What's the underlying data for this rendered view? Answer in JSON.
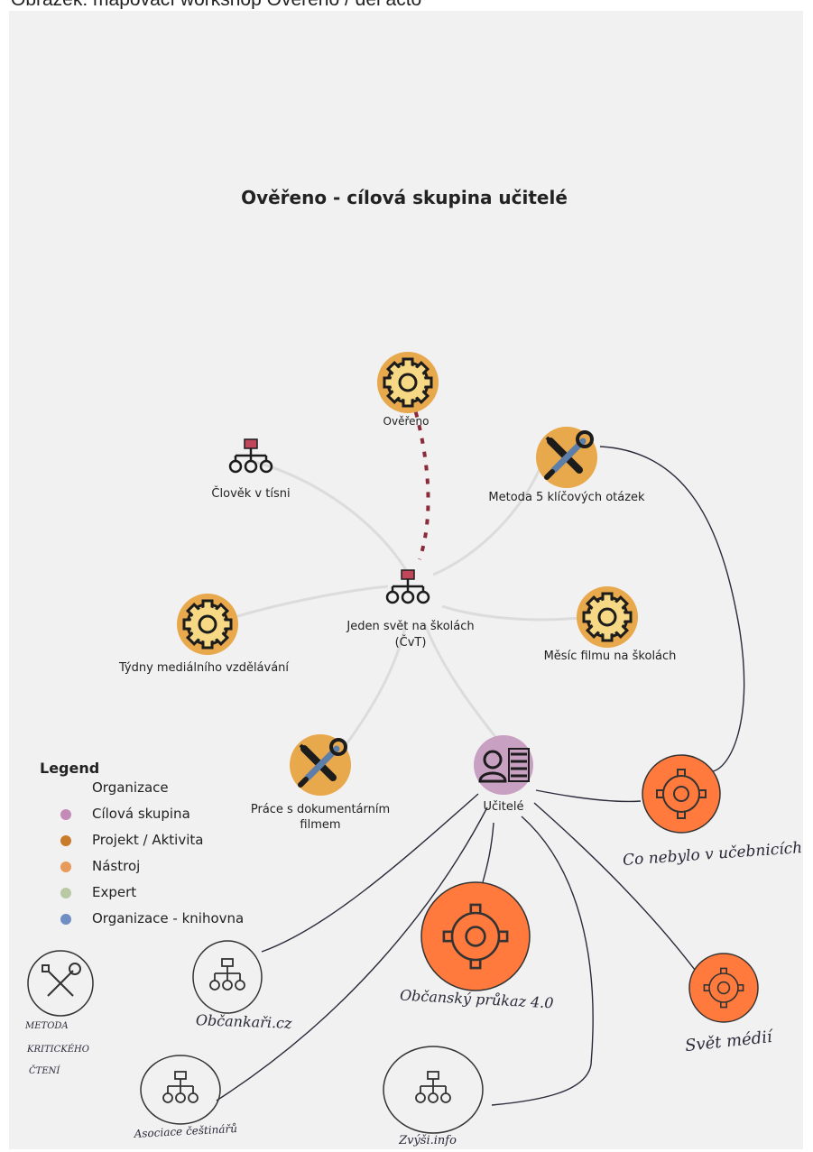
{
  "caption": "Obrázek: mapovací workshop Ověřeno / del acto",
  "title": "Ověřeno - cílová skupina učitelé",
  "colors": {
    "paper": "#f1f1f1",
    "gear_fill": "#e8a84c",
    "gear_inner": "#fbe6a0",
    "tool_fill": "#e8a84c",
    "org_red": "#c0475a",
    "dash": "#8a2b3a",
    "persona_fill": "#c7a0c2",
    "hand_orange": "#ff7a3c",
    "ink": "#222222"
  },
  "nodes": {
    "overeno": "Ověřeno",
    "clovek": "Člověk v tísni",
    "metoda5": "Metoda 5 klíčových otázek",
    "jeden_svet_1": "Jeden svět na školách",
    "jeden_svet_2": "(ČvT)",
    "tydny": "Týdny mediálního vzdělávání",
    "mesic": "Měsíc filmu na školách",
    "prace_1": "Práce s dokumentárním",
    "prace_2": "filmem",
    "ucitele": "Učitelé"
  },
  "legend": {
    "title": "Legend",
    "items": [
      {
        "label": "Organizace",
        "color": "transparent"
      },
      {
        "label": "Cílová skupina",
        "color": "#c48ab8"
      },
      {
        "label": "Projekt / Aktivita",
        "color": "#c97a2a"
      },
      {
        "label": "Nástroj",
        "color": "#e89a5a"
      },
      {
        "label": "Expert",
        "color": "#b8c9a4"
      },
      {
        "label": "Organizace - knihovna",
        "color": "#6f8fc4"
      }
    ]
  },
  "handwritten": {
    "co_nebylo": "Co nebylo v učebnicích",
    "obcansky": "Občanský průkaz 4.0",
    "obcankari": "Občankaři.cz",
    "svet_medii": "Svět médií",
    "metoda_1": "METODA",
    "metoda_2": "KRITICKÉHO",
    "metoda_3": "ČTENÍ",
    "asociace": "Asociace češtinářů",
    "zvysi": "Zvýši.info"
  }
}
